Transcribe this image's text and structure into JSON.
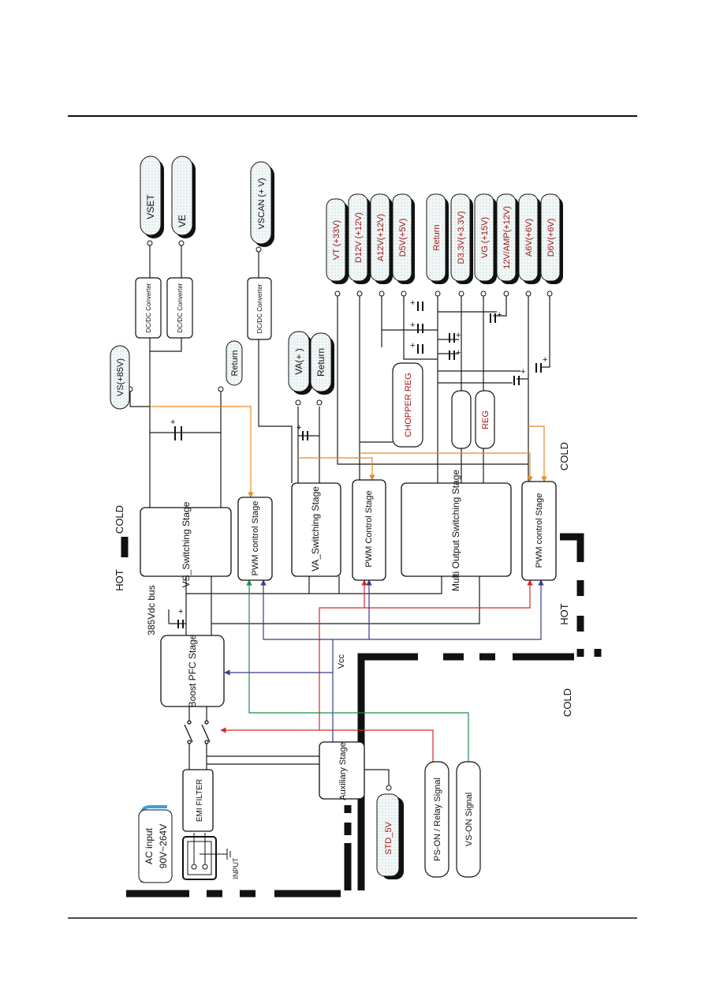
{
  "blocks": {
    "vs_switching": "VS_Switching Stage",
    "pwm_control_1": "PWM control Stage",
    "va_switching": "VA_Switching Stage",
    "pwm_control_2": "PWM Control Stage",
    "multi_output": "Multi Output Switching Stage",
    "pwm_control_3": "PWM control Stage",
    "boost_pfc": "Boost PFC Stage",
    "emi_filter": "EMI FILTER",
    "auxiliary": "Auxiliary Stage",
    "dcdc_1": "DC/DC Converter",
    "dcdc_2": "DC/DC Converter",
    "dcdc_3": "DC/DC Converter",
    "chopper_reg": "CHOPPER REG",
    "reg": "REG"
  },
  "outputs": {
    "vset": "VSET",
    "ve": "VE",
    "vscan": "VSCAN (+ V)",
    "vs": "VS(+85V)",
    "return_1": "Return",
    "va": "VA(+ )",
    "return_2": "Return",
    "vt": "VT (+33V)",
    "d12v": "D12V (+12V)",
    "a12v": "A12V(+12V)",
    "d5v": "D5V(+5V)",
    "return_3": "Return",
    "d33v": "D3.3V(+3.3V)",
    "vg": "VG (+15V)",
    "amp12v": "12V/AMP(+12V)",
    "a6v": "A6V(+6V)",
    "d6v": "D6V(+6V)",
    "std5v": "STD_5V"
  },
  "labels": {
    "hot_1": "HOT",
    "cold_1": "COLD",
    "bus": "385Vdc bus",
    "cold_2": "COLD",
    "hot_2": "HOT",
    "cold_3": "COLD",
    "vcc": "Vcc",
    "input": "INPUT",
    "ac_input_1": "AC input",
    "ac_input_2": "90V~264V",
    "ps_on": "PS-ON / Relay Signal",
    "vs_on": "VS-ON Signal"
  },
  "colors": {
    "line": "#1a1a1a",
    "orange": "#e8892a",
    "red": "#d42a2a",
    "blue": "#3a3a8c",
    "green": "#1e8a4a",
    "cyan": "#3aa0dc",
    "output_text": "#a01818"
  }
}
